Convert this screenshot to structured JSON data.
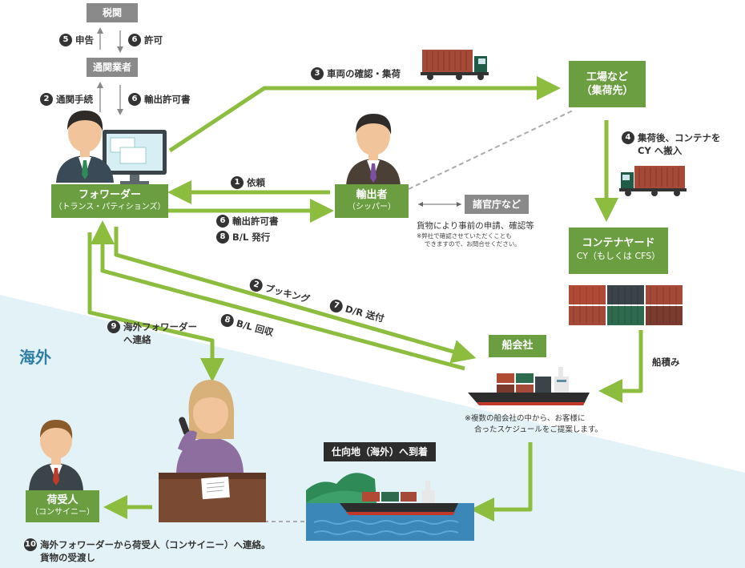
{
  "customs": "税関",
  "broker": "通関業者",
  "forwarder": {
    "title": "フォワーダー",
    "sub": "（トランス・パティションズ）"
  },
  "exporter": {
    "title": "輸出者",
    "sub": "（シッパー）"
  },
  "factory": {
    "title": "工場など",
    "sub": "（集荷先）"
  },
  "container_yard": {
    "title": "コンテナヤード",
    "sub": "CY（もしくは CFS）"
  },
  "carrier": "船会社",
  "consignee": {
    "title": "荷受人",
    "sub": "（コンサイニー）"
  },
  "agencies": "諸官庁など",
  "arrival": "仕向地（海外）へ到着",
  "overseas": "海外",
  "agencies_note": "貨物により事前の申請、確認等",
  "agencies_small": [
    "※弊社で確認させていただくことも",
    "できますので、お問合せください。"
  ],
  "carrier_note": [
    "※複数の船会社の中から、お客様に",
    "合ったスケジュールをご提案します。"
  ],
  "steps": {
    "s5_declare": {
      "num": "5",
      "text": "申告"
    },
    "s6_permit": {
      "num": "6",
      "text": "許可"
    },
    "s2_customs_proc": {
      "num": "2",
      "text": "通関手続"
    },
    "s6_export_permit": {
      "num": "6",
      "text": "輸出許可書"
    },
    "s3_vehicle": {
      "num": "3",
      "text": "車両の確認・集荷"
    },
    "s4_pickup": {
      "num": "4",
      "text": "集荷後、コンテナを",
      "text2": "CY へ搬入"
    },
    "s1_request": {
      "num": "1",
      "text": "依頼"
    },
    "s6_export_permit_b": {
      "num": "6",
      "text": "輸出許可書"
    },
    "s8_bl_issue": {
      "num": "8",
      "text": "B/L 発行"
    },
    "s2_booking": {
      "num": "2",
      "text": "ブッキング"
    },
    "s7_dr": {
      "num": "7",
      "text": "D/R 送付"
    },
    "s8_bl_collect": {
      "num": "8",
      "text": "B/L 回収"
    },
    "s9_contact": {
      "num": "9",
      "text": "海外フォワーダー",
      "text2": "へ連絡"
    },
    "s_loading": {
      "text": "船積み"
    },
    "s10_final": {
      "num": "10",
      "text": "海外フォワーダーから荷受人（コンサイニー）へ連絡。",
      "text2": "貨物の受渡し"
    }
  },
  "colors": {
    "green": "#8cbd3f",
    "box_green": "#6a9e40",
    "sea": "#e3f2f6",
    "gray": "#8a8a8a"
  }
}
